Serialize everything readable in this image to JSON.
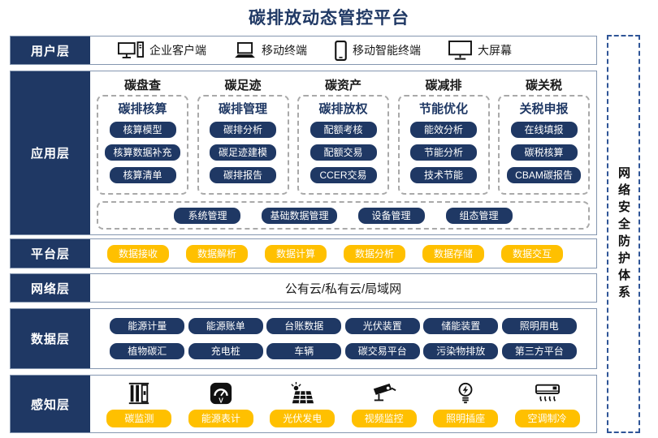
{
  "title": "碳排放动态管控平台",
  "security_panel": {
    "text": "网络安全防护体系"
  },
  "colors": {
    "navy": "#1F3864",
    "yellow": "#FFC000",
    "row_border": "#8496B0"
  },
  "layers": {
    "user": {
      "label": "用户层",
      "items": [
        {
          "icon": "enterprise-client-icon",
          "label": "企业客户端"
        },
        {
          "icon": "laptop-icon",
          "label": "移动终端"
        },
        {
          "icon": "smartphone-icon",
          "label": "移动智能终端"
        },
        {
          "icon": "big-screen-icon",
          "label": "大屏幕"
        }
      ]
    },
    "application": {
      "label": "应用层",
      "columns": [
        {
          "header": "碳盘查",
          "subheader": "碳排核算",
          "buttons": [
            "核算模型",
            "核算数据补充",
            "核算清单"
          ]
        },
        {
          "header": "碳足迹",
          "subheader": "碳排管理",
          "buttons": [
            "碳排分析",
            "碳足迹建模",
            "碳排报告"
          ]
        },
        {
          "header": "碳资产",
          "subheader": "碳排放权",
          "buttons": [
            "配额考核",
            "配额交易",
            "CCER交易"
          ]
        },
        {
          "header": "碳减排",
          "subheader": "节能优化",
          "buttons": [
            "能效分析",
            "节能分析",
            "技术节能"
          ]
        },
        {
          "header": "碳关税",
          "subheader": "关税申报",
          "buttons": [
            "在线填报",
            "碳税核算",
            "CBAM碳报告"
          ]
        }
      ],
      "common_buttons": [
        "系统管理",
        "基础数据管理",
        "设备管理",
        "组态管理"
      ]
    },
    "platform": {
      "label": "平台层",
      "buttons": [
        "数据接收",
        "数据解析",
        "数据计算",
        "数据分析",
        "数据存储",
        "数据交互"
      ]
    },
    "network": {
      "label": "网络层",
      "content": "公有云/私有云/局域网"
    },
    "data": {
      "label": "数据层",
      "row1": [
        "能源计量",
        "能源账单",
        "台账数据",
        "光伏装置",
        "储能装置",
        "照明用电"
      ],
      "row2": [
        "植物碳汇",
        "充电桩",
        "车辆",
        "碳交易平台",
        "污染物排放",
        "第三方平台"
      ]
    },
    "perception": {
      "label": "感知层",
      "items": [
        {
          "icon": "carbon-monitor-icon",
          "label": "碳监测"
        },
        {
          "icon": "energy-meter-icon",
          "label": "能源表计"
        },
        {
          "icon": "solar-power-icon",
          "label": "光伏发电"
        },
        {
          "icon": "cctv-camera-icon",
          "label": "视频监控"
        },
        {
          "icon": "light-socket-icon",
          "label": "照明插座"
        },
        {
          "icon": "air-conditioner-icon",
          "label": "空调制冷"
        }
      ]
    }
  }
}
